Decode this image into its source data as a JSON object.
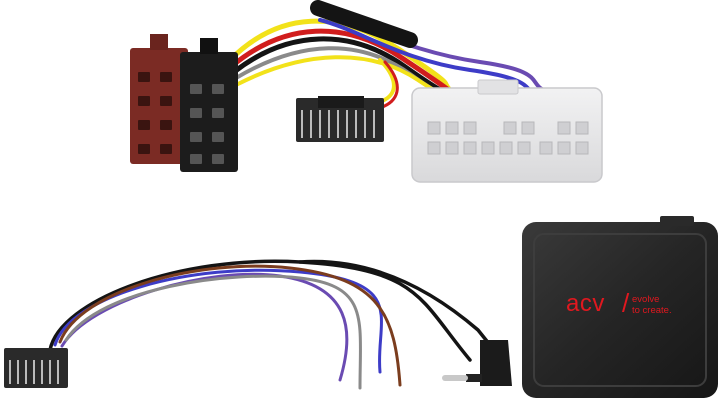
{
  "product": {
    "module_logo": "acv",
    "module_tagline_line1": "evolve",
    "module_tagline_line2": "to create."
  },
  "colors": {
    "background": "#ffffff",
    "iso_connector_brown": "#7b2b24",
    "iso_connector_black": "#1c1c1c",
    "vehicle_connector_white": "#e9e9ea",
    "module_body": "#242424",
    "logo_red": "#e0181f",
    "wire_yellow": "#f2e21a",
    "wire_red": "#d11d1d",
    "wire_black": "#141414",
    "wire_blue": "#3d3cc7",
    "wire_purple": "#6a4bb2",
    "wire_brown": "#7b3d1e",
    "wire_grey": "#8a8a8a"
  },
  "icons": [
    "iso-connector-icon",
    "vehicle-connector-icon",
    "headunit-plug-icon",
    "jack-plug-icon",
    "interface-module-icon"
  ]
}
